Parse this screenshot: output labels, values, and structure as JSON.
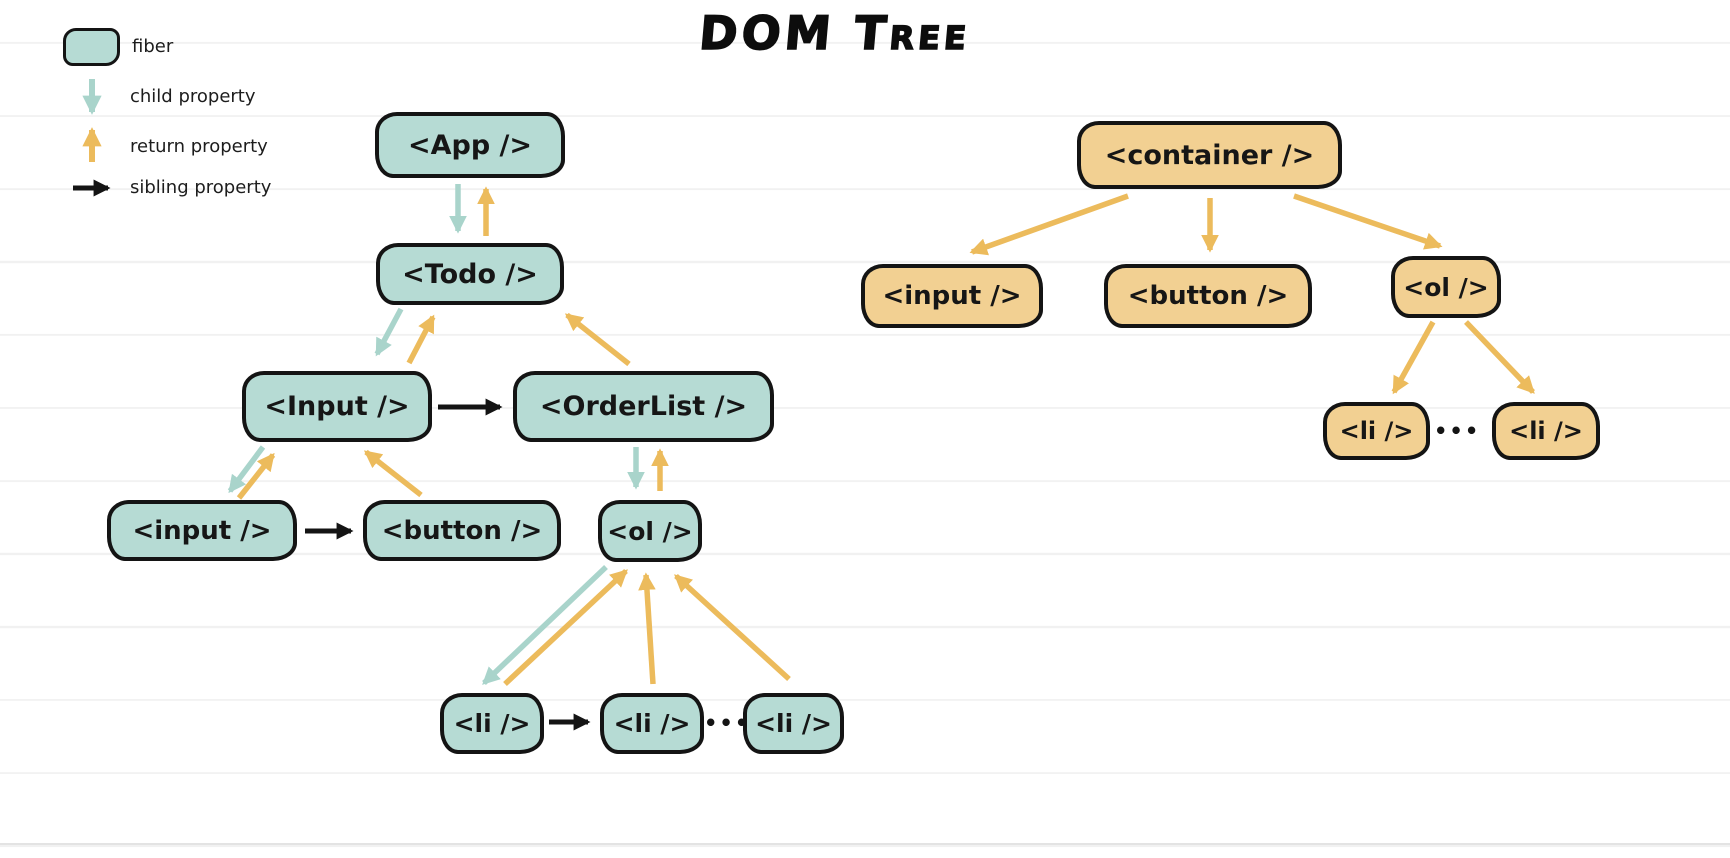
{
  "title": "DOM Tree",
  "legend": [
    {
      "symbol": "fiber-node-swatch",
      "label": "fiber"
    },
    {
      "symbol": "teal-down-arrow",
      "label": "child property"
    },
    {
      "symbol": "orange-up-arrow",
      "label": "return property"
    },
    {
      "symbol": "black-right-arrow",
      "label": "sibling property"
    }
  ],
  "colors": {
    "fiber_fill": "#b6dbd4",
    "fiber_arrow": "#a9d4cb",
    "dom_fill": "#f2d092",
    "return_arrow": "#ecbb5c",
    "stroke": "#141414",
    "ruled_line": "#f1f1f1"
  },
  "fiber_tree": {
    "nodes": [
      {
        "id": "App",
        "label": "<App />"
      },
      {
        "id": "Todo",
        "label": "<Todo />"
      },
      {
        "id": "Input",
        "label": "<Input />"
      },
      {
        "id": "OrderList",
        "label": "<OrderList />"
      },
      {
        "id": "input",
        "label": "<input />"
      },
      {
        "id": "button",
        "label": "<button />"
      },
      {
        "id": "ol",
        "label": "<ol />"
      },
      {
        "id": "li-1",
        "label": "<li />"
      },
      {
        "id": "li-2",
        "label": "<li />"
      },
      {
        "id": "li-3",
        "label": "<li />"
      }
    ],
    "ellipsis": "•••",
    "edges": [
      {
        "from": "App",
        "to": "Todo",
        "type": "child"
      },
      {
        "from": "Todo",
        "to": "App",
        "type": "return"
      },
      {
        "from": "Todo",
        "to": "Input",
        "type": "child"
      },
      {
        "from": "Input",
        "to": "Todo",
        "type": "return"
      },
      {
        "from": "OrderList",
        "to": "Todo",
        "type": "return"
      },
      {
        "from": "Input",
        "to": "OrderList",
        "type": "sibling"
      },
      {
        "from": "Input",
        "to": "input",
        "type": "child"
      },
      {
        "from": "input",
        "to": "Input",
        "type": "return"
      },
      {
        "from": "button",
        "to": "Input",
        "type": "return"
      },
      {
        "from": "input",
        "to": "button",
        "type": "sibling"
      },
      {
        "from": "OrderList",
        "to": "ol",
        "type": "child"
      },
      {
        "from": "ol",
        "to": "OrderList",
        "type": "return"
      },
      {
        "from": "ol",
        "to": "li-1",
        "type": "child"
      },
      {
        "from": "li-1",
        "to": "ol",
        "type": "return"
      },
      {
        "from": "li-2",
        "to": "ol",
        "type": "return"
      },
      {
        "from": "li-3",
        "to": "ol",
        "type": "return"
      },
      {
        "from": "li-1",
        "to": "li-2",
        "type": "sibling"
      }
    ]
  },
  "dom_tree": {
    "nodes": [
      {
        "id": "container",
        "label": "<container />"
      },
      {
        "id": "input",
        "label": "<input />"
      },
      {
        "id": "button",
        "label": "<button />"
      },
      {
        "id": "ol",
        "label": "<ol />"
      },
      {
        "id": "li-1",
        "label": "<li />"
      },
      {
        "id": "li-2",
        "label": "<li />"
      }
    ],
    "ellipsis": "•••",
    "edges": [
      {
        "from": "container",
        "to": "input",
        "type": "child"
      },
      {
        "from": "container",
        "to": "button",
        "type": "child"
      },
      {
        "from": "container",
        "to": "ol",
        "type": "child"
      },
      {
        "from": "ol",
        "to": "li-1",
        "type": "child"
      },
      {
        "from": "ol",
        "to": "li-2",
        "type": "child"
      }
    ]
  }
}
